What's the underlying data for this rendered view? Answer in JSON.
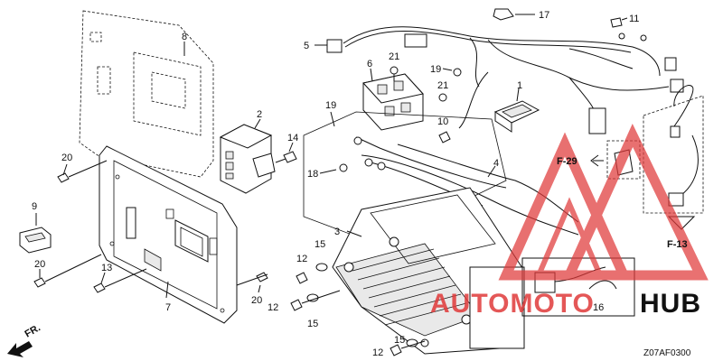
{
  "callouts": {
    "n1": "1",
    "n2": "2",
    "n3": "3",
    "n4": "4",
    "n5": "5",
    "n6": "6",
    "n7": "7",
    "n8": "8",
    "n9": "9",
    "n10": "10",
    "n11": "11",
    "n12a": "12",
    "n12b": "12",
    "n12c": "12",
    "n13": "13",
    "n14": "14",
    "n15a": "15",
    "n15b": "15",
    "n15c": "15",
    "n16": "16",
    "n17": "17",
    "n18": "18",
    "n19a": "19",
    "n19b": "19",
    "n20a": "20",
    "n20b": "20",
    "n20c": "20",
    "n21a": "21",
    "n21b": "21"
  },
  "references": {
    "f29": "F-29",
    "f13": "F-13"
  },
  "direction_label": "FR.",
  "diagram_code": "Z07AF0300",
  "watermark": {
    "text_red": "AUTOMOTO",
    "text_black": "HUB",
    "red_color": "#e03a3a",
    "black_color": "#111111"
  }
}
